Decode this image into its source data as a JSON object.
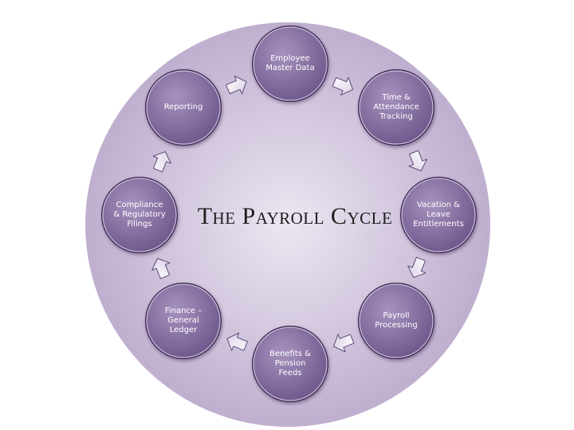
{
  "diagram": {
    "title": "The Payroll Cycle",
    "colors": {
      "outer_light": "#ece6f1",
      "outer_dark": "#bfafcf",
      "node_light": "#a792be",
      "node_dark": "#6d568b",
      "node_rim": "#3d2c55",
      "arrow_fill": "#d8cde4",
      "arrow_stroke": "#5d4a78"
    },
    "nodes": [
      {
        "id": "employee-master-data",
        "label": "Employee\nMaster Data"
      },
      {
        "id": "time-attendance-tracking",
        "label": "Time &\nAttendance\nTracking"
      },
      {
        "id": "vacation-leave-entitlements",
        "label": "Vacation &\nLeave\nEntitlements"
      },
      {
        "id": "payroll-processing",
        "label": "Payroll\nProcessing"
      },
      {
        "id": "benefits-pension-feeds",
        "label": "Benefits &\nPension\nFeeds"
      },
      {
        "id": "finance-general-ledger",
        "label": "Finance –\nGeneral\nLedger"
      },
      {
        "id": "compliance-regulatory-filings",
        "label": "Compliance\n& Regulatory\nFilings"
      },
      {
        "id": "reporting",
        "label": "Reporting"
      }
    ]
  }
}
